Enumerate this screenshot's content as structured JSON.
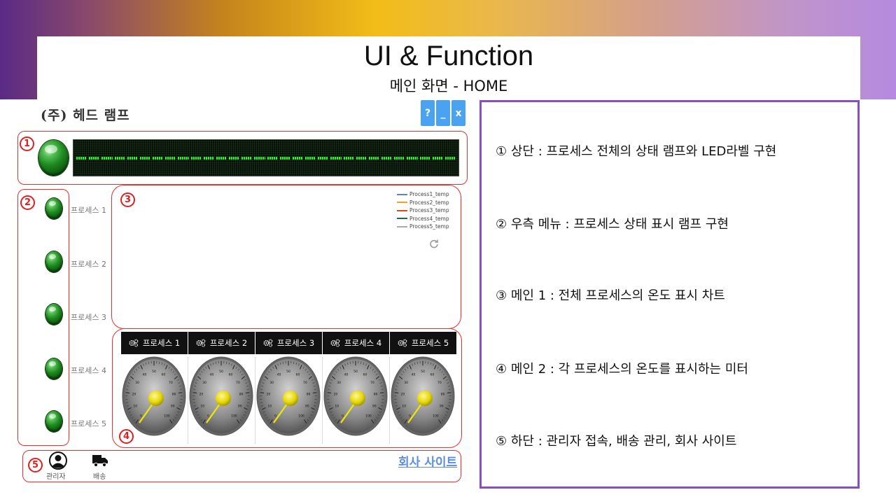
{
  "header": {
    "title": "UI & Function",
    "subtitle": "메인 화면 - HOME"
  },
  "app": {
    "title": "(주) 헤드 램프",
    "window_buttons": [
      "?",
      "_",
      "x"
    ]
  },
  "markers": [
    "1",
    "2",
    "3",
    "4",
    "5"
  ],
  "sidebar": {
    "processes": [
      {
        "label": "프로세스 1"
      },
      {
        "label": "프로세스 2"
      },
      {
        "label": "프로세스 3"
      },
      {
        "label": "프로세스 4"
      },
      {
        "label": "프로세스 5"
      }
    ]
  },
  "chart": {
    "legend": [
      {
        "name": "Process1_temp",
        "color": "#5b7fe0"
      },
      {
        "name": "Process2_temp",
        "color": "#f0a030"
      },
      {
        "name": "Process3_temp",
        "color": "#e04a10"
      },
      {
        "name": "Process4_temp",
        "color": "#1a6a5a"
      },
      {
        "name": "Process5_temp",
        "color": "#aaaaaa"
      }
    ],
    "refresh_icon": "refresh-icon"
  },
  "gauges": {
    "headers": [
      "프로세스 1",
      "프로세스 2",
      "프로세스 3",
      "프로세스 4",
      "프로세스 5"
    ],
    "icon": "gears-icon",
    "tick_labels": [
      "0",
      "10",
      "20",
      "30",
      "40",
      "50",
      "60",
      "70",
      "80",
      "90",
      "100"
    ]
  },
  "bottom": {
    "admin_label": "관리자",
    "delivery_label": "배송",
    "company_link": "회사 사이트"
  },
  "descriptions": [
    "① 상단 :  프로세스 전체의 상태 램프와 LED라벨 구현",
    "② 우측 메뉴 :  프로세스 상태 표시 램프 구현",
    "③ 메인 1 : 전체 프로세스의 온도 표시 차트",
    "④ 메인 2 : 각 프로세스의 온도를 표시하는 미터",
    "⑤ 하단 : 관리자 접속, 배송 관리, 회사 사이트"
  ]
}
